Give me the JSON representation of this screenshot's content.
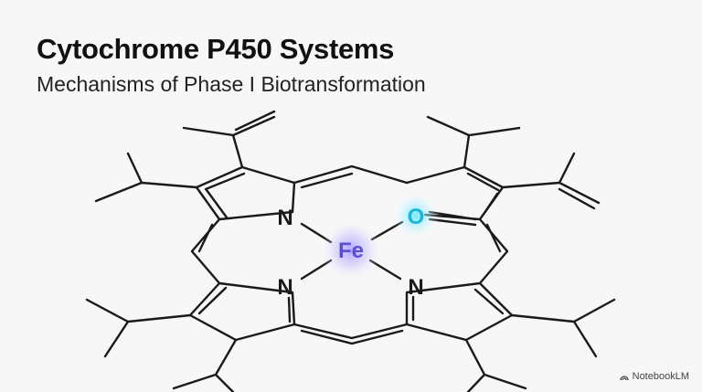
{
  "header": {
    "title": "Cytochrome P450 Systems",
    "subtitle": "Mechanisms of Phase I Biotransformation"
  },
  "molecule": {
    "center_atom": "Fe",
    "bonded_atoms": [
      "N",
      "O",
      "N",
      "N"
    ],
    "colors": {
      "bond": "#1a1a1a",
      "iron": "#5b4fd1",
      "iron_glow": "#a99bff",
      "oxygen": "#19b7d8",
      "oxygen_glow": "#6ee6ff"
    }
  },
  "branding": {
    "label": "NotebookLM",
    "icon": "notebooklm-logo-icon"
  }
}
